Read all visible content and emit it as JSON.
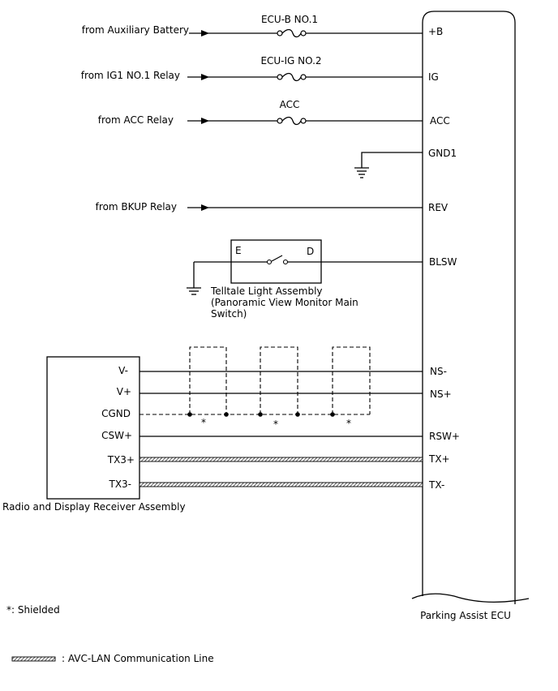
{
  "sources": {
    "aux_battery": "from Auxiliary Battery",
    "ig1_relay": "from IG1 NO.1 Relay",
    "acc_relay": "from ACC Relay",
    "bkup_relay": "from BKUP Relay"
  },
  "fuses": {
    "ecu_b": "ECU-B NO.1",
    "ecu_ig": "ECU-IG NO.2",
    "acc": "ACC"
  },
  "ecu": {
    "name": "Parking Assist ECU",
    "pins": {
      "b": "+B",
      "ig": "IG",
      "acc": "ACC",
      "gnd1": "GND1",
      "rev": "REV",
      "blsw": "BLSW",
      "ns_minus": "NS-",
      "ns_plus": "NS+",
      "rsw_plus": "RSW+",
      "tx_plus": "TX+",
      "tx_minus": "TX-"
    }
  },
  "switch": {
    "pin_e": "E",
    "pin_d": "D",
    "name_line1": "Telltale Light Assembly",
    "name_line2": "(Panoramic View Monitor Main",
    "name_line3": "Switch)"
  },
  "radio": {
    "name": "Radio and Display Receiver Assembly",
    "pins": {
      "v_minus": "V-",
      "v_plus": "V+",
      "cgnd": "CGND",
      "csw_plus": "CSW+",
      "tx3_plus": "TX3+",
      "tx3_minus": "TX3-"
    }
  },
  "shield_mark": "*",
  "legend": {
    "shielded": "*: Shielded",
    "avc_lan": ": AVC-LAN Communication Line"
  }
}
